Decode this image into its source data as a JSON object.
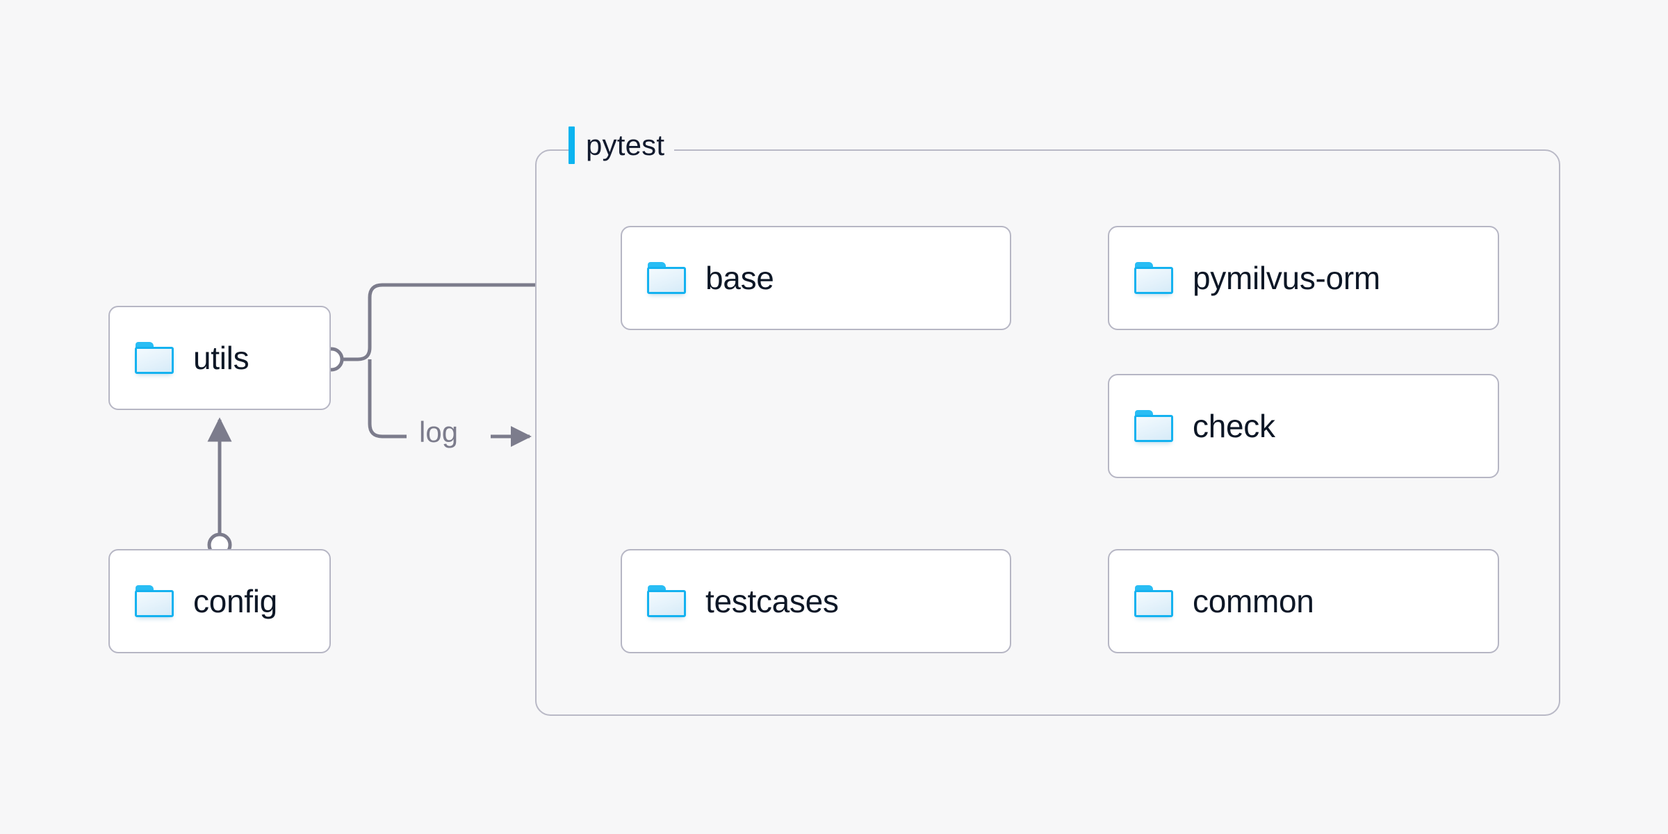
{
  "diagram": {
    "type": "flow-architecture",
    "background_color": "#f7f7f8",
    "group": {
      "label": "pytest",
      "accent_color": "#0bb4f0",
      "border_color": "#b9b9c6"
    },
    "node_style": {
      "fill": "#ffffff",
      "border_color": "#b6b6c4",
      "text_color": "#0d1726",
      "icon": "folder-icon",
      "icon_color": "#14b2f0"
    },
    "edge_style": {
      "color": "#7c7c8c",
      "endpoint_marker": "circle",
      "arrowhead": "solid-triangle"
    },
    "nodes": [
      {
        "id": "utils",
        "label": "utils",
        "icon": "folder-icon",
        "in_group": false
      },
      {
        "id": "config",
        "label": "config",
        "icon": "folder-icon",
        "in_group": false
      },
      {
        "id": "base",
        "label": "base",
        "icon": "folder-icon",
        "in_group": true
      },
      {
        "id": "testcases",
        "label": "testcases",
        "icon": "folder-icon",
        "in_group": true
      },
      {
        "id": "pymilvus-orm",
        "label": "pymilvus-orm",
        "icon": "folder-icon",
        "in_group": true
      },
      {
        "id": "check",
        "label": "check",
        "icon": "folder-icon",
        "in_group": true
      },
      {
        "id": "common",
        "label": "common",
        "icon": "folder-icon",
        "in_group": true
      }
    ],
    "edges": [
      {
        "from": "config",
        "to": "utils",
        "label": "",
        "arrow": true
      },
      {
        "from": "utils",
        "to": "base",
        "label": "",
        "arrow": true
      },
      {
        "from": "utils",
        "to": "pytest",
        "label": "log",
        "arrow": true
      },
      {
        "from": "base",
        "to": "testcases",
        "label": "",
        "arrow": true
      },
      {
        "from": "pymilvus-orm",
        "to": "base",
        "label": "",
        "arrow": true
      },
      {
        "from": "check",
        "to": "base",
        "label": "",
        "arrow": true
      },
      {
        "from": "common",
        "to": "testcases",
        "label": "",
        "arrow": true
      }
    ],
    "edge_labels": {
      "log": "log"
    }
  }
}
